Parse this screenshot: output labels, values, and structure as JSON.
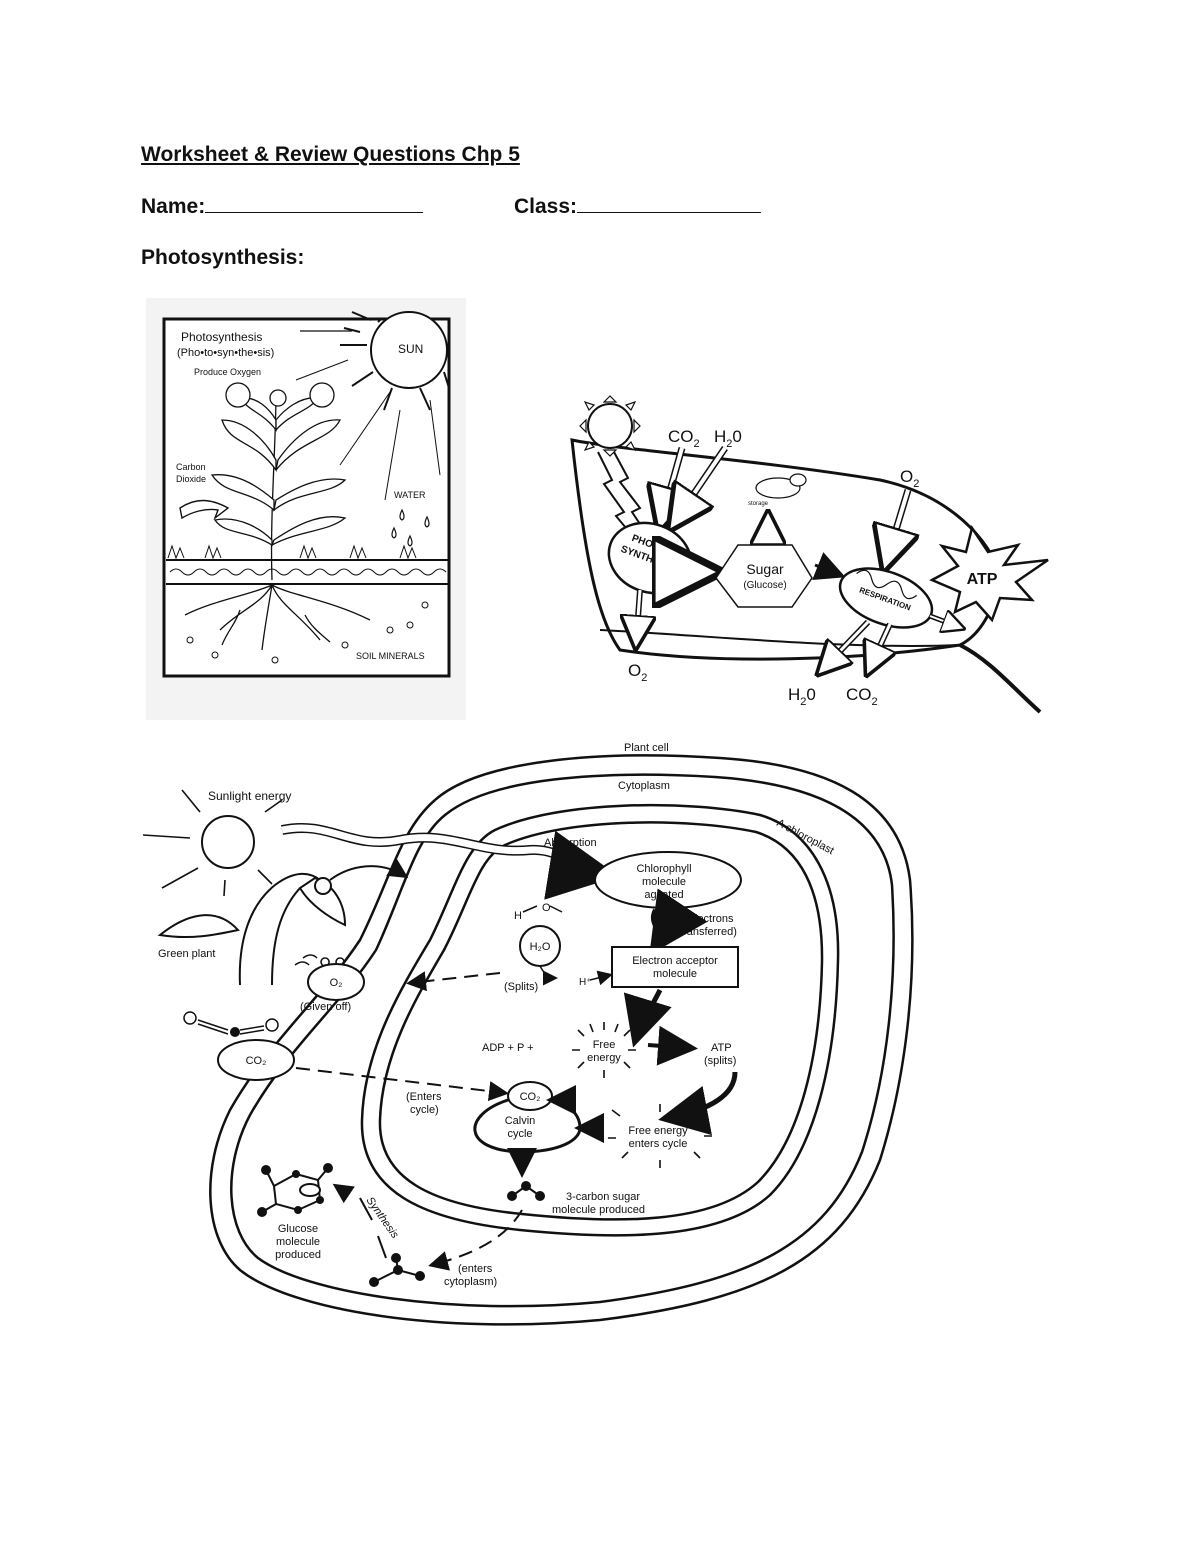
{
  "header": {
    "title": "Worksheet & Review Questions Chp 5",
    "name_label": "Name:",
    "class_label": "Class:",
    "section": "Photosynthesis:"
  },
  "fig1": {
    "title": "Photosynthesis",
    "pronunciation": "(Pho•to•syn•the•sis)",
    "oxygen": "Produce Oxygen",
    "sun": "SUN",
    "carbon_1": "Carbon",
    "carbon_2": "Dioxide",
    "water": "WATER",
    "soil": "SOIL MINERALS"
  },
  "fig2": {
    "co2": "CO",
    "co2_sub": "2",
    "h2o": "H",
    "h2o_sub": "2",
    "h2o_tail": "0",
    "o2_top": "O",
    "o2_top_sub": "2",
    "photo_1": "PHOTO",
    "photo_2": "SYNTHESIS",
    "sugar": "Sugar",
    "glucose": "(Glucose)",
    "storage": "storage",
    "respiration": "RESPIRATION",
    "atp": "ATP",
    "o2_bottom": "O",
    "o2_bottom_sub": "2",
    "h2o_bottom": "H",
    "h2o_bottom_sub": "2",
    "h2o_bottom_tail": "0",
    "co2_bottom": "CO",
    "co2_bottom_sub": "2"
  },
  "fig3": {
    "plant_cell": "Plant cell",
    "cytoplasm": "Cytoplasm",
    "chloroplast": "A chloroplast",
    "sunlight": "Sunlight energy",
    "absorption": "Absorption",
    "chlorophyll_1": "Chlorophyll",
    "chlorophyll_2": "molecule",
    "chlorophyll_3": "agitated",
    "electrons_1": "(Electrons",
    "electrons_2": "transferred)",
    "green_plant": "Green plant",
    "h": "H",
    "o": "O",
    "h2o": "H₂O",
    "splits": "(Splits)",
    "hplus": "H⁺",
    "acceptor_1": "Electron acceptor",
    "acceptor_2": "molecule",
    "o2": "O₂",
    "given_off": "(Given off)",
    "co2": "CO₂",
    "adp": "ADP + P +",
    "free_1": "Free",
    "free_2": "energy",
    "atp_1": "ATP",
    "atp_2": "(splits)",
    "enters_1": "(Enters",
    "enters_2": "cycle)",
    "co2_cycle": "CO₂",
    "calvin_1": "Calvin",
    "calvin_2": "cycle",
    "fe_cycle_1": "Free energy",
    "fe_cycle_2": "enters cycle",
    "sugar3_1": "3-carbon sugar",
    "sugar3_2": "molecule produced",
    "synthesis": "Synthesis",
    "glucose_1": "Glucose",
    "glucose_2": "molecule",
    "glucose_3": "produced",
    "enters_cyto_1": "(enters",
    "enters_cyto_2": "cytoplasm)"
  }
}
